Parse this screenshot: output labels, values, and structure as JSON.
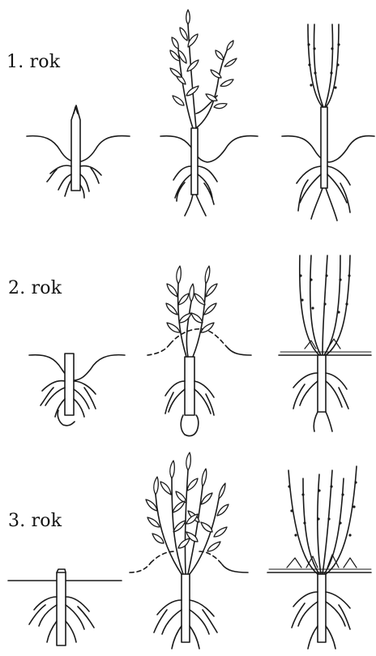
{
  "rows": [
    {
      "label": "1. rok"
    },
    {
      "label": "2. rok"
    },
    {
      "label": "3. rok"
    }
  ],
  "ink_color": "#1a1a1a",
  "background": "#ffffff"
}
